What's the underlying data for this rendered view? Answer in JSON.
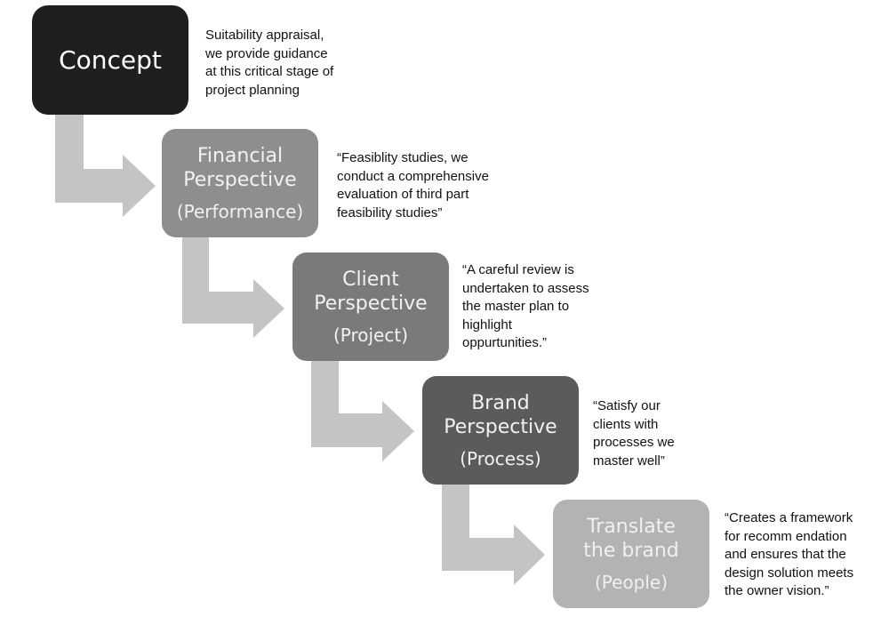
{
  "steps": [
    {
      "title": "Concept",
      "subtitle": "",
      "description": "Suitability appraisal,\nwe provide guidance\nat this critical stage of\nproject planning"
    },
    {
      "title": "Financial\nPerspective",
      "subtitle": "(Performance)",
      "description": "“Feasiblity studies, we\nconduct a comprehensive\nevaluation of third part\nfeasibility studies”"
    },
    {
      "title": "Client\nPerspective",
      "subtitle": "(Project)",
      "description": "“A careful review is\nundertaken to assess\nthe master plan to\nhighlight\noppurtunities.”"
    },
    {
      "title": "Brand\nPerspective",
      "subtitle": "(Process)",
      "description": "“Satisfy our\nclients with\nprocesses we\nmaster well”"
    },
    {
      "title": "Translate\nthe brand",
      "subtitle": "(People)",
      "description": "“Creates a framework\nfor recomm endation\nand ensures that the\ndesign solution meets\nthe owner vision.”"
    }
  ],
  "colors": {
    "arrow": "#c4c4c4",
    "box_fills": [
      "#1f1f1f",
      "#8e8e8e",
      "#7a7a7a",
      "#5b5b5b",
      "#b3b3b3"
    ],
    "box_text": [
      "#ffffff",
      "#f2f2f2",
      "#f2f2f2",
      "#f2f2f2",
      "#f0f0f0"
    ]
  }
}
